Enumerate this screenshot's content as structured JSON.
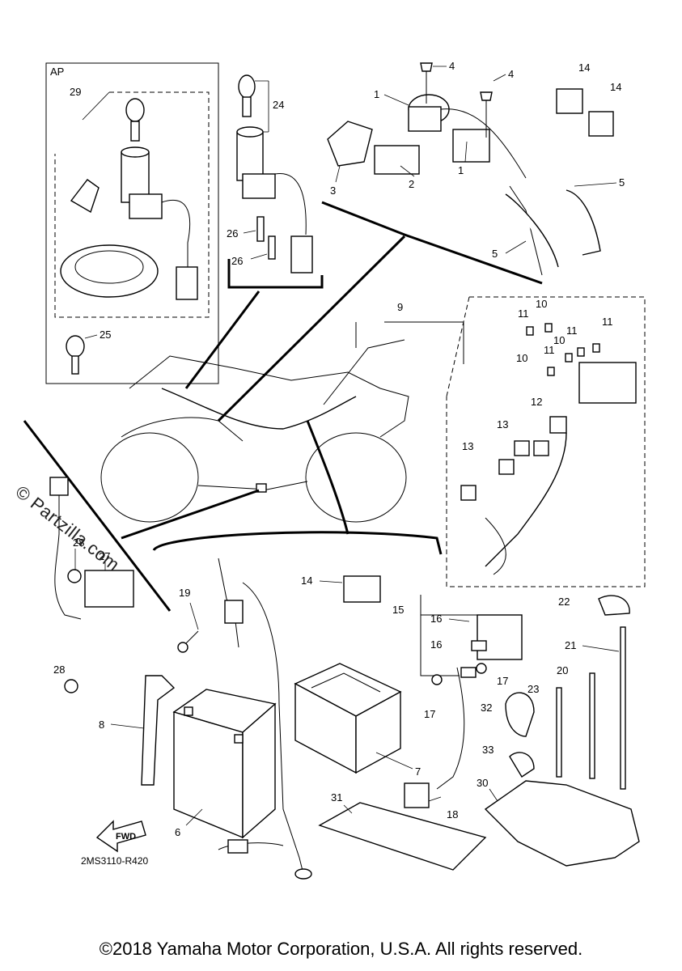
{
  "box_ap_label": "AP",
  "diagram_code": "2MS3110-R420",
  "fwd_label": "FWD",
  "watermark": "© Partzilla.com",
  "footer": "©2018 Yamaha Motor Corporation, U.S.A. All rights reserved.",
  "callouts": [
    "1",
    "1",
    "2",
    "3",
    "4",
    "4",
    "5",
    "5",
    "6",
    "7",
    "8",
    "9",
    "10",
    "10",
    "10",
    "11",
    "11",
    "11",
    "11",
    "12",
    "13",
    "13",
    "14",
    "14",
    "14",
    "15",
    "16",
    "16",
    "17",
    "17",
    "18",
    "19",
    "20",
    "21",
    "22",
    "23",
    "24",
    "25",
    "26",
    "26",
    "27",
    "28",
    "28",
    "29",
    "30",
    "31",
    "32",
    "33"
  ]
}
